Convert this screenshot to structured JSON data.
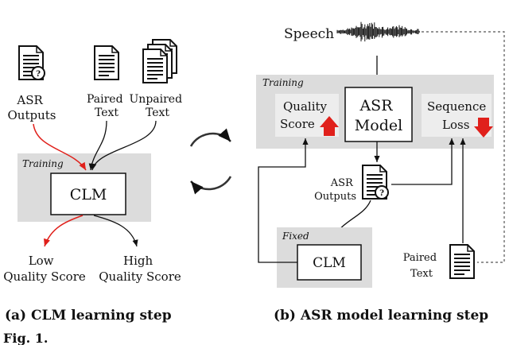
{
  "left_panel": {
    "asr_outputs_label": [
      "ASR",
      "Outputs"
    ],
    "paired_text_label": [
      "Paired",
      "Text"
    ],
    "unpaired_text_label": [
      "Unpaired",
      "Text"
    ],
    "training_label": "Training",
    "clm_label": "CLM",
    "low_quality_label": [
      "Low",
      "Quality Score"
    ],
    "high_quality_label": [
      "High",
      "Quality Score"
    ],
    "caption": "(a) CLM learning step"
  },
  "right_panel": {
    "speech_label": "Speech",
    "training_label": "Training",
    "quality_score_label": [
      "Quality",
      "Score"
    ],
    "asr_model_label": [
      "ASR",
      "Model"
    ],
    "sequence_loss_label": [
      "Sequence",
      "Loss"
    ],
    "asr_outputs_label": [
      "ASR",
      "Outputs"
    ],
    "fixed_label": "Fixed",
    "clm_label": "CLM",
    "paired_text_label": [
      "Paired",
      "Text"
    ],
    "caption": "(b) ASR model learning step"
  },
  "figure_caption_fragment": "Fig. 1.",
  "colors": {
    "gray_region": "#dcdcdc",
    "inner_box": "#ededed",
    "accent_red": "#e0201b",
    "line": "#111111"
  },
  "icons": [
    "document-question-icon",
    "document-icon",
    "document-stack-icon",
    "speech-waveform-icon",
    "cycle-arrows-icon",
    "arrow-up-icon",
    "arrow-down-icon"
  ]
}
